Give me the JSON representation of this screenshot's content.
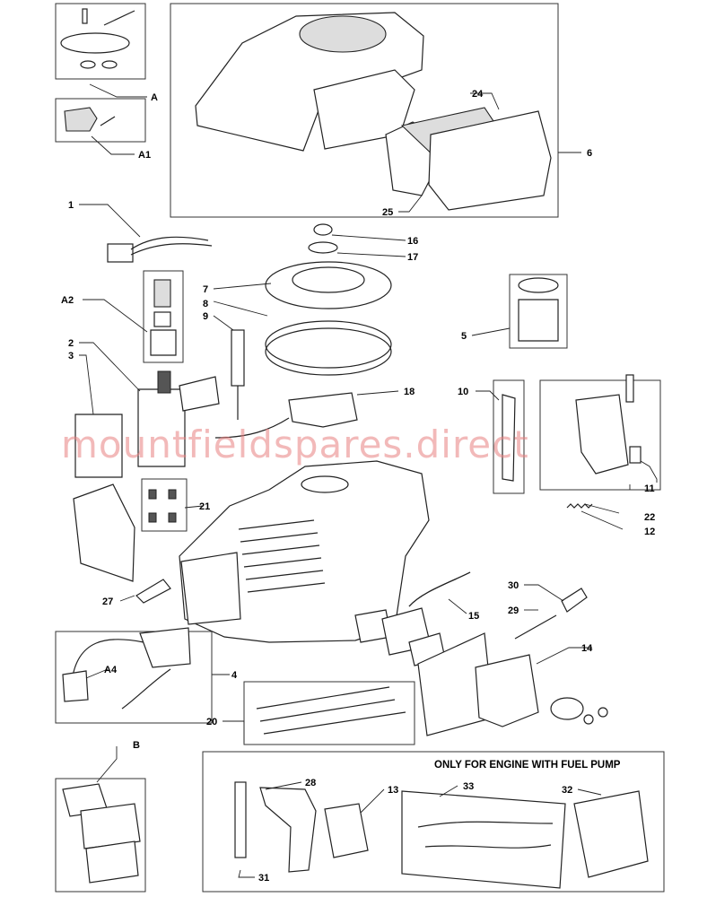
{
  "watermark": "mountfieldspares.direct",
  "note": "ONLY FOR ENGINE WITH FUEL PUMP",
  "labels": {
    "A": "A",
    "A1": "A1",
    "A2": "A2",
    "A4": "A4",
    "B": "B",
    "n1": "1",
    "n2": "2",
    "n3": "3",
    "n4": "4",
    "n5": "5",
    "n6": "6",
    "n7": "7",
    "n8": "8",
    "n9": "9",
    "n10": "10",
    "n11": "11",
    "n12": "12",
    "n13": "13",
    "n14": "14",
    "n15": "15",
    "n16": "16",
    "n17": "17",
    "n18": "18",
    "n20": "20",
    "n21": "21",
    "n22": "22",
    "n24": "24",
    "n25": "25",
    "n27": "27",
    "n28": "28",
    "n29": "29",
    "n30": "30",
    "n31": "31",
    "n32": "32",
    "n33": "33"
  }
}
